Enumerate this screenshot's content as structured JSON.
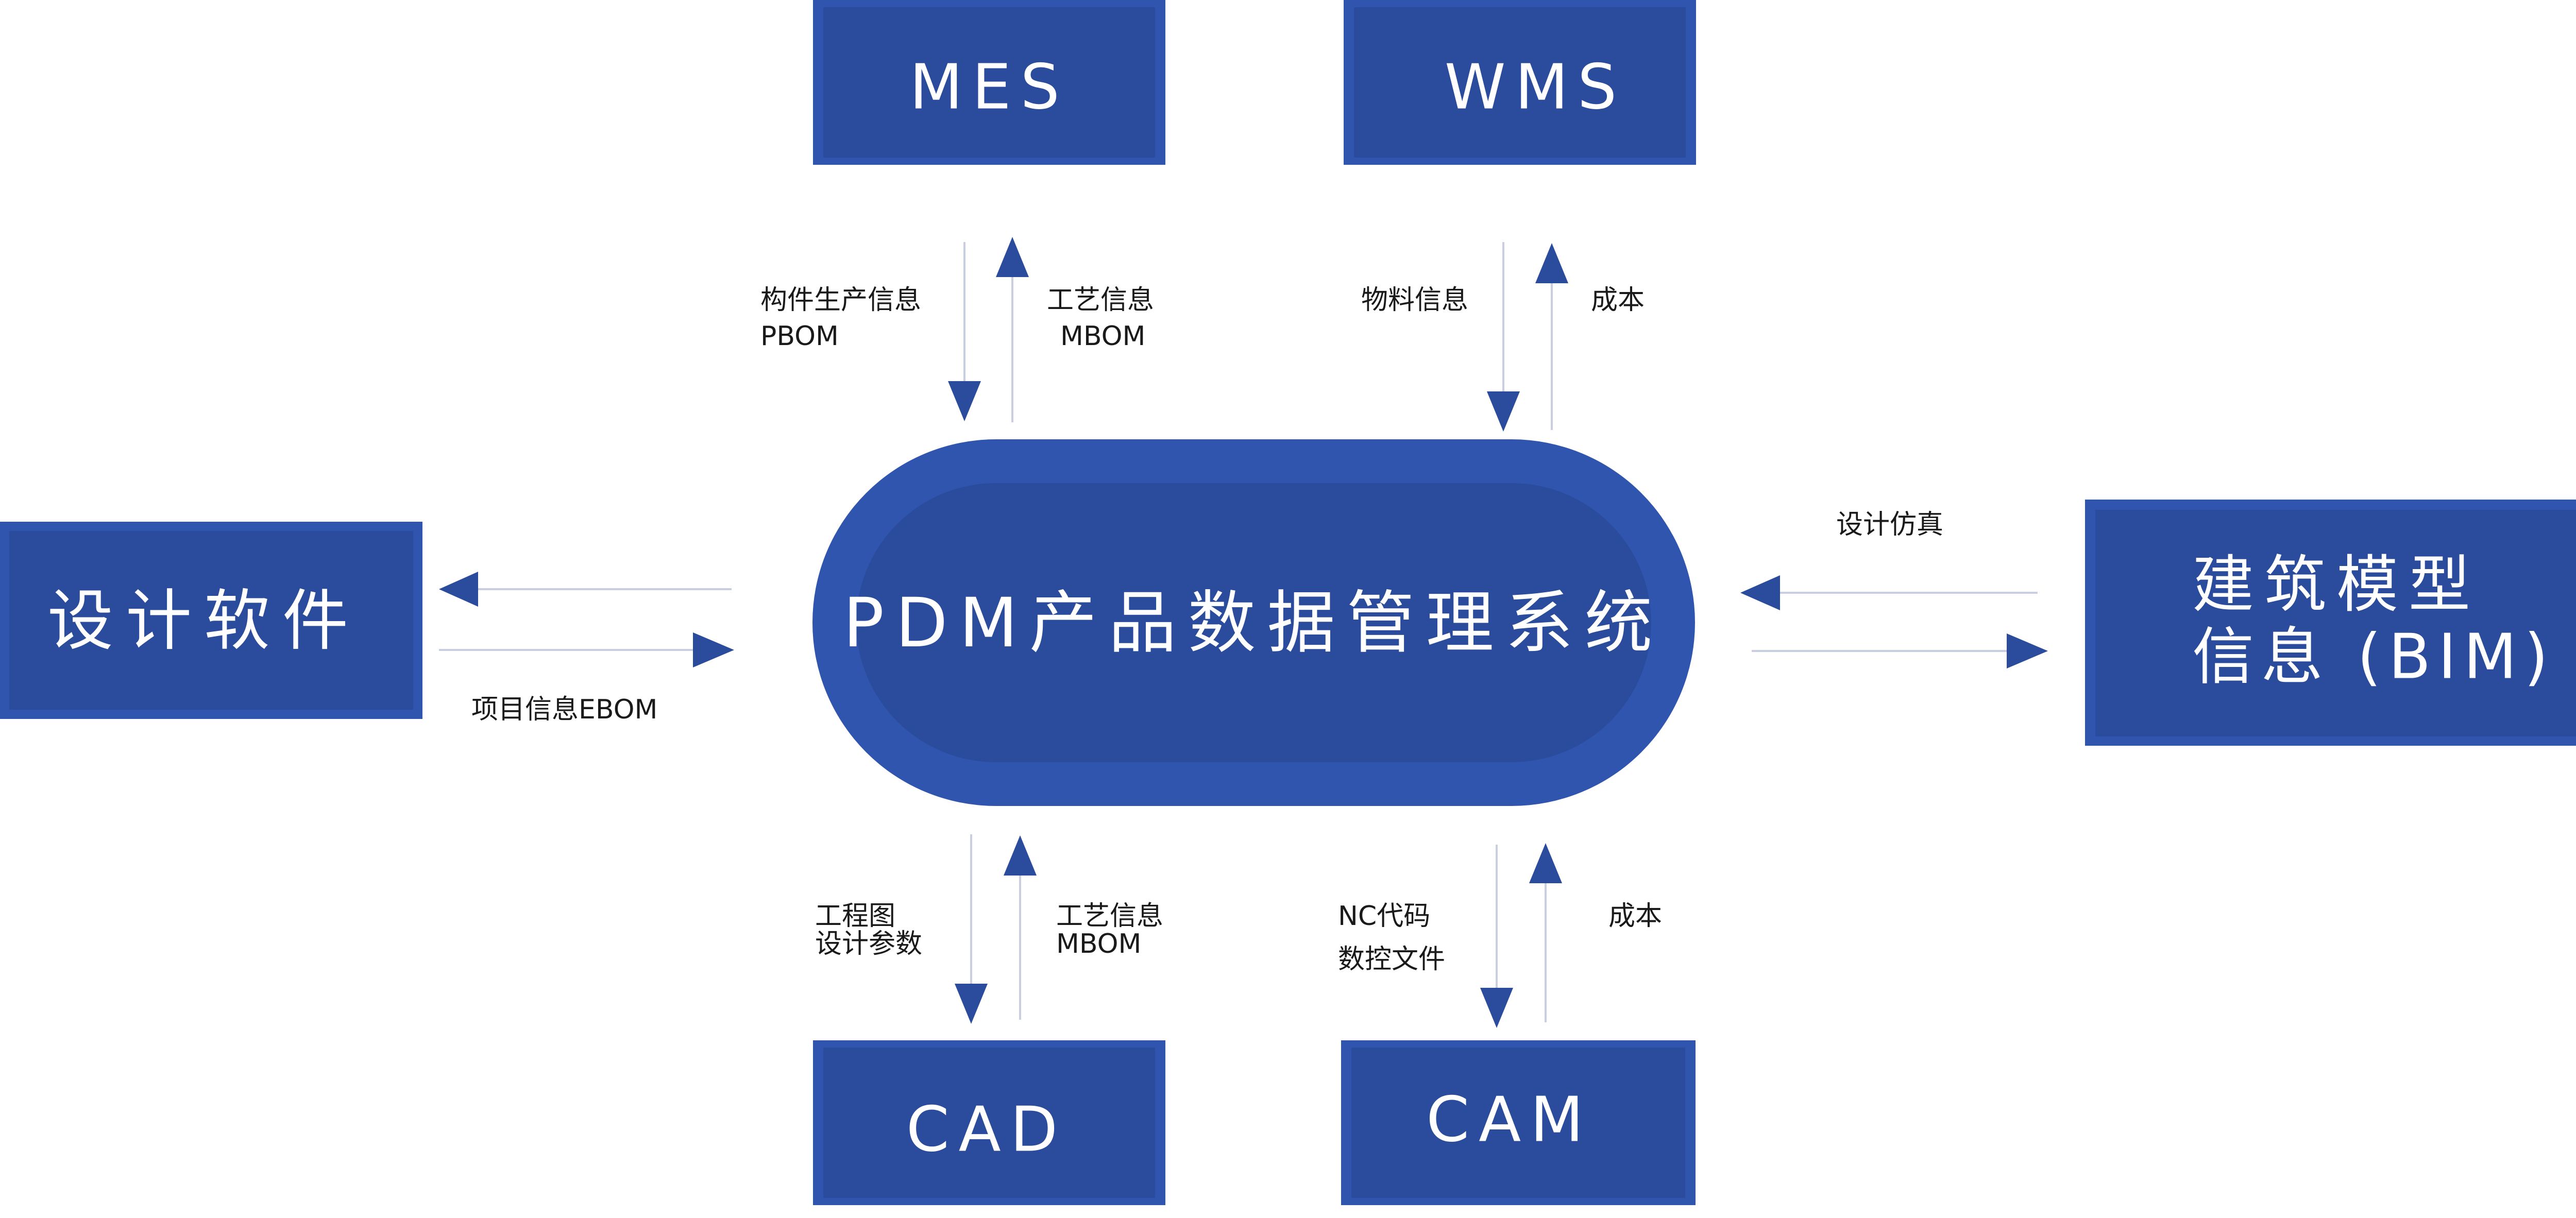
{
  "colors": {
    "box_fill": "#2B4C9C",
    "box_border": "#2F55AE",
    "arrow": "#2B4C9C",
    "line": "#C9CFE0",
    "text": "#1a1a1a"
  },
  "center": {
    "label": "PDM产品数据管理系统"
  },
  "boxes": {
    "mes": {
      "label": "MES"
    },
    "wms": {
      "label": "WMS"
    },
    "design_software": {
      "label": "设计软件"
    },
    "bim": {
      "line1": "建筑模型",
      "line2": "信息 (BIM)"
    },
    "cad": {
      "label": "CAD"
    },
    "cam": {
      "label": "CAM"
    }
  },
  "flows": {
    "mes_down": {
      "line1": "构件生产信息",
      "line2": "PBOM"
    },
    "mes_up": {
      "line1": "工艺信息",
      "line2": "MBOM"
    },
    "wms_down": {
      "line1": "物料信息"
    },
    "wms_up": {
      "line1": "成本"
    },
    "design_software": {
      "line1": "项目信息EBOM"
    },
    "bim": {
      "line1": "设计仿真"
    },
    "cad_down": {
      "line1": "工程图",
      "line2": "设计参数"
    },
    "cad_up": {
      "line1": "工艺信息",
      "line2": "MBOM"
    },
    "cam_down": {
      "line1": "NC代码",
      "line2": "数控文件"
    },
    "cam_up": {
      "line1": "成本"
    }
  }
}
